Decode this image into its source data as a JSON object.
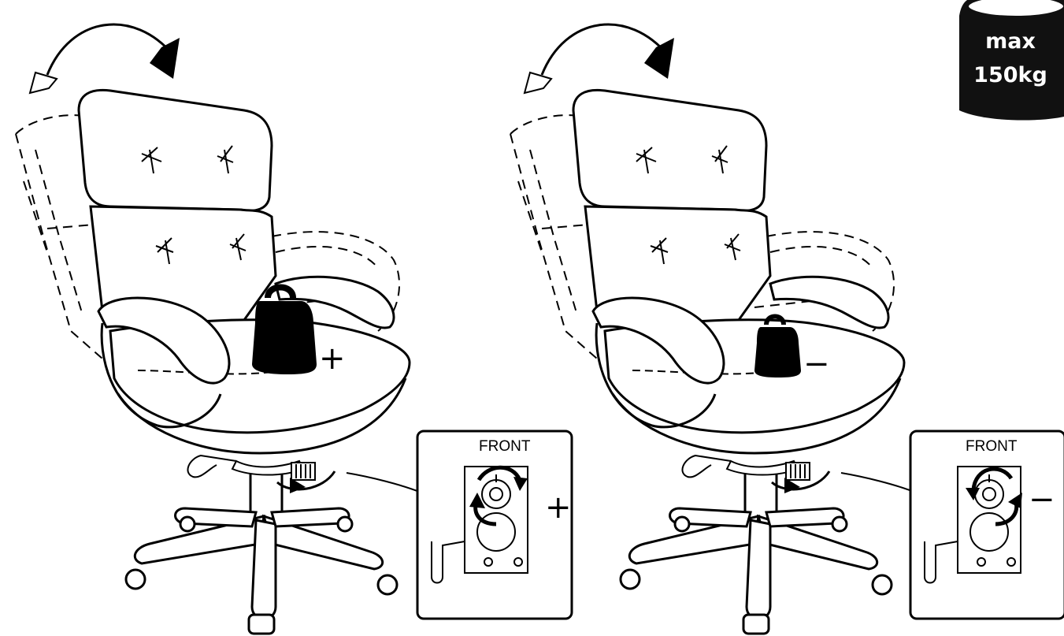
{
  "weight_label": {
    "line1": "max",
    "line2": "150kg"
  },
  "panels": [
    {
      "id": "increase",
      "inset_label": "FRONT",
      "seat_sign": "+",
      "inset_sign": "+"
    },
    {
      "id": "decrease",
      "inset_label": "FRONT",
      "seat_sign": "−",
      "inset_sign": "−"
    }
  ],
  "icons": [
    "chair-recline-arrow-icon",
    "weight-icon",
    "tension-knob-icon",
    "rotation-arrow-icon"
  ],
  "colors": {
    "ink": "#000000",
    "paper": "#ffffff"
  }
}
